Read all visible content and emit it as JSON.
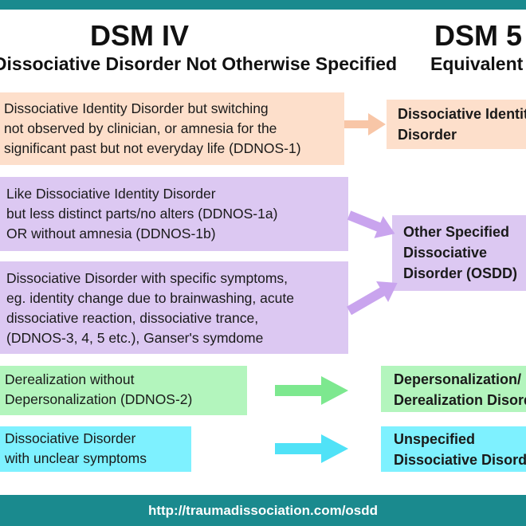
{
  "colors": {
    "bar": "#1a8a8e",
    "peach": "#fddfcb",
    "lavender": "#dcc8f2",
    "green": "#b3f5bd",
    "cyan": "#7ef1ff",
    "arrow_peach": "#f8c6a7",
    "arrow_lavender": "#c9a4ee",
    "arrow_green": "#7de88f",
    "arrow_cyan": "#50e2f7"
  },
  "headers": {
    "left_title": "DSM IV",
    "left_subtitle": "Dissociative Disorder Not Otherwise Specified",
    "right_title": "DSM 5",
    "right_subtitle": "Equivalent"
  },
  "left_boxes": [
    {
      "lines": [
        "Dissociative Identity Disorder but switching",
        "not observed by clinician, or amnesia for the",
        "significant past but not everyday life (DDNOS-1)"
      ],
      "color": "peach"
    },
    {
      "lines": [
        "Like Dissociative Identity Disorder",
        "but less distinct parts/no alters (DDNOS-1a)",
        "OR without amnesia (DDNOS-1b)"
      ],
      "color": "lavender"
    },
    {
      "lines": [
        "Dissociative Disorder with specific symptoms,",
        "eg. identity change due to brainwashing, acute",
        "dissociative reaction, dissociative trance,",
        "(DDNOS-3, 4, 5 etc.), Ganser's symdome"
      ],
      "color": "lavender"
    },
    {
      "lines": [
        "Derealization without",
        "Depersonalization (DDNOS-2)"
      ],
      "color": "green"
    },
    {
      "lines": [
        "Dissociative Disorder",
        "with unclear symptoms"
      ],
      "color": "cyan"
    }
  ],
  "right_boxes": [
    {
      "lines": [
        "Dissociative Identity",
        "Disorder"
      ],
      "color": "peach"
    },
    {
      "lines": [
        "Other Specified",
        "Dissociative",
        "Disorder (OSDD)"
      ],
      "color": "lavender"
    },
    {
      "lines": [
        "Depersonalization/",
        "Derealization Disorder"
      ],
      "color": "green"
    },
    {
      "lines": [
        "Unspecified",
        "Dissociative Disorder"
      ],
      "color": "cyan"
    }
  ],
  "footer": {
    "url": "http://traumadissociation.com/osdd"
  }
}
